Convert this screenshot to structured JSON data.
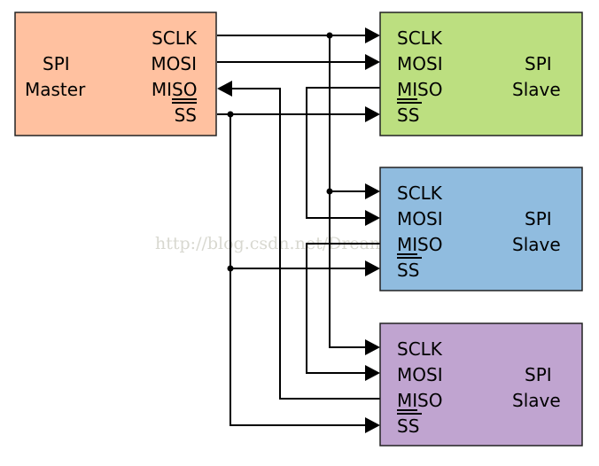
{
  "master": {
    "title_line1": "SPI",
    "title_line2": "Master",
    "color": "#ffc1a0",
    "pins": {
      "sclk": "SCLK",
      "mosi": "MOSI",
      "miso_a": "MI",
      "miso_b": "SO",
      "ss": "SS"
    }
  },
  "slaves": [
    {
      "title_line1": "SPI",
      "title_line2": "Slave",
      "color": "#bcdf80",
      "pins": {
        "sclk": "SCLK",
        "mosi": "MOSI",
        "miso_a": "MI",
        "miso_b": "SO",
        "ss": "SS"
      }
    },
    {
      "title_line1": "SPI",
      "title_line2": "Slave",
      "color": "#90bcdf",
      "pins": {
        "sclk": "SCLK",
        "mosi": "MOSI",
        "miso_a": "MI",
        "miso_b": "SO",
        "ss": "SS"
      }
    },
    {
      "title_line1": "SPI",
      "title_line2": "Slave",
      "color": "#c0a4d0",
      "pins": {
        "sclk": "SCLK",
        "mosi": "MOSI",
        "miso_a": "MI",
        "miso_b": "SO",
        "ss": "SS"
      }
    }
  ],
  "watermark": "http://blog.csdn.net/Dream"
}
